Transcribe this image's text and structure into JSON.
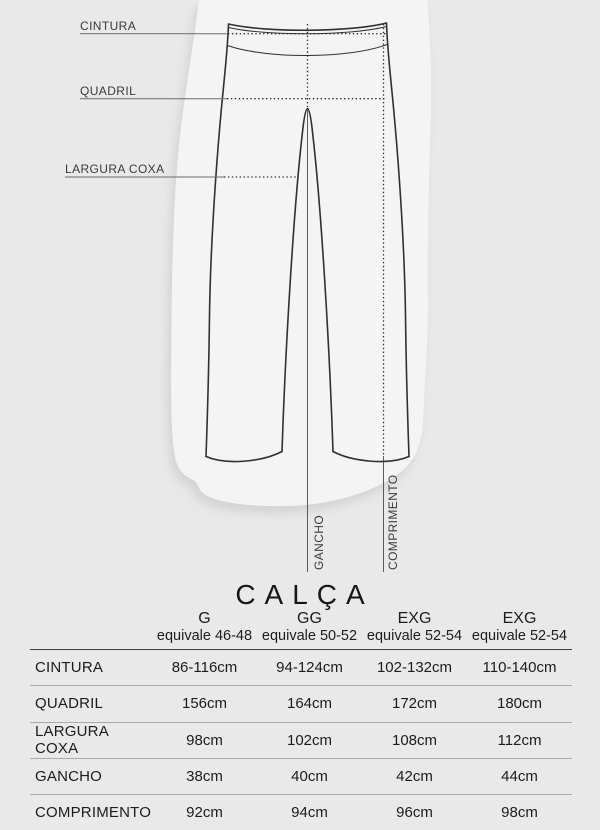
{
  "colors": {
    "background": "#e9e9e9",
    "silhouette": "#f4f4f4",
    "line_art": "#303030",
    "rule_dark": "#3f3f3f",
    "rule_light": "#a9a9a9",
    "text": "#1c1c1c"
  },
  "diagram": {
    "labels": {
      "cintura": "CINTURA",
      "quadril": "QUADRIL",
      "largura_coxa": "LARGURA COXA",
      "gancho": "GANCHO",
      "comprimento": "COMPRIMENTO"
    }
  },
  "title": "CALÇA",
  "size_table": {
    "columns": [
      {
        "size": "G",
        "equivalence": "equivale 46-48"
      },
      {
        "size": "GG",
        "equivalence": "equivale 50-52"
      },
      {
        "size": "EXG",
        "equivalence": "equivale 52-54"
      },
      {
        "size": "EXG",
        "equivalence": "equivale 52-54"
      }
    ],
    "rows": [
      {
        "label": "CINTURA",
        "values": [
          "86-116cm",
          "94-124cm",
          "102-132cm",
          "110-140cm"
        ]
      },
      {
        "label": "QUADRIL",
        "values": [
          "156cm",
          "164cm",
          "172cm",
          "180cm"
        ]
      },
      {
        "label": "LARGURA COXA",
        "values": [
          "98cm",
          "102cm",
          "108cm",
          "112cm"
        ]
      },
      {
        "label": "GANCHO",
        "values": [
          "38cm",
          "40cm",
          "42cm",
          "44cm"
        ]
      },
      {
        "label": "COMPRIMENTO",
        "values": [
          "92cm",
          "94cm",
          "96cm",
          "98cm"
        ]
      }
    ]
  }
}
